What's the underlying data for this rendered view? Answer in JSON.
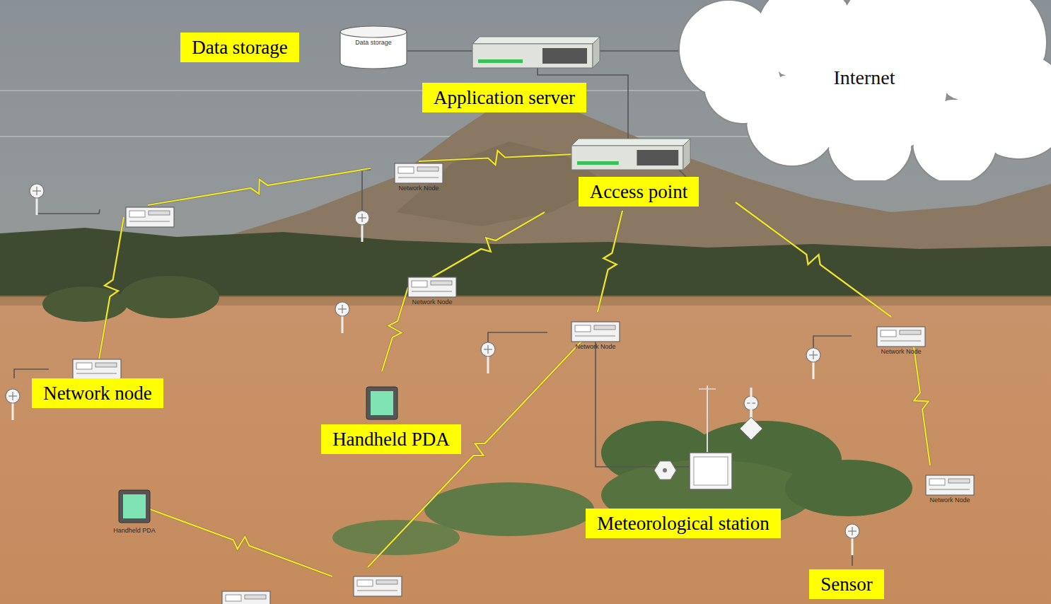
{
  "diagram": {
    "nodes": [
      {
        "text": [
          "Data storage"
        ]
      },
      {
        "text": [
          "Data storage"
        ]
      },
      {
        "text": [
          "Application server"
        ]
      },
      {
        "text": [
          "Internet"
        ]
      },
      {
        "text": [
          "Access point"
        ]
      },
      {
        "text": [
          "Network node"
        ]
      },
      {
        "text": [
          "Handheld PDA"
        ]
      },
      {
        "text": [
          "Meteorological station"
        ]
      },
      {
        "text": [
          "Sensor"
        ]
      }
    ],
    "labels": [
      "Network Node",
      "Network Node",
      "Network Node",
      "Network Node",
      "Network Node",
      "Handheld PDA"
    ]
  }
}
